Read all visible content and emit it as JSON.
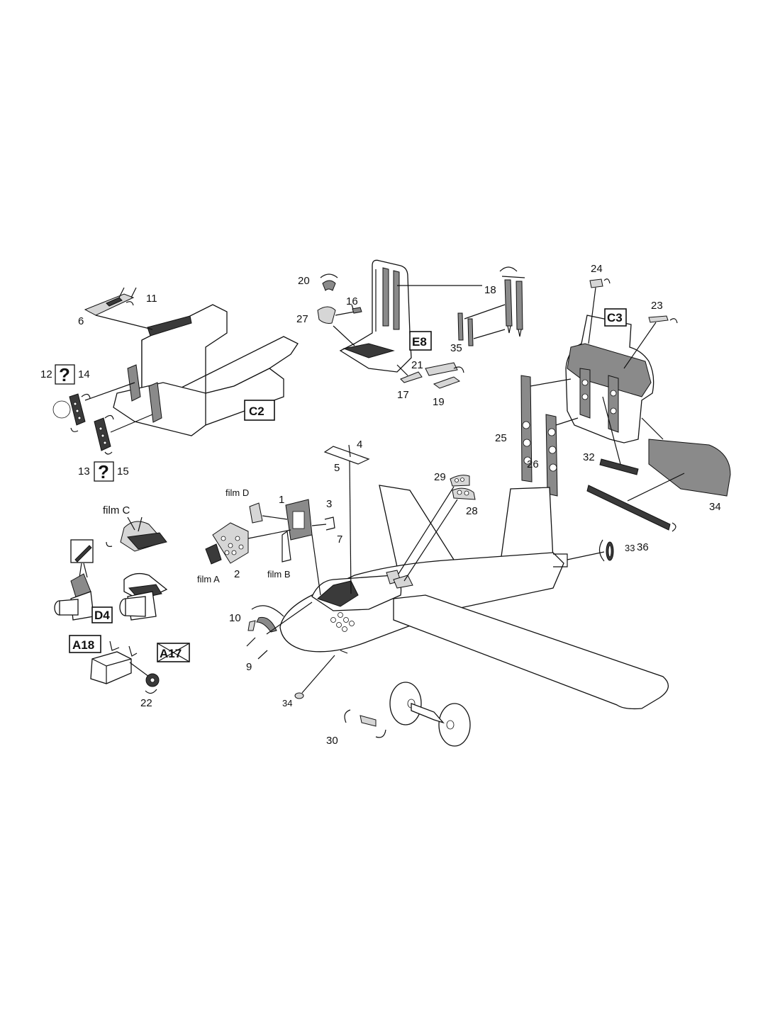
{
  "labels": {
    "p1": "1",
    "p2": "2",
    "p3": "3",
    "p4": "4",
    "p5": "5",
    "p6": "6",
    "p7": "7",
    "p9": "9",
    "p10": "10",
    "p11": "11",
    "p12": "12",
    "p13": "13",
    "p14": "14",
    "p15": "15",
    "p16": "16",
    "p17": "17",
    "p18": "18",
    "p19": "19",
    "p20": "20",
    "p21": "21",
    "p22": "22",
    "p23": "23",
    "p24": "24",
    "p25": "25",
    "p26": "26",
    "p27": "27",
    "p28": "28",
    "p29": "29",
    "p30": "30",
    "p32": "32",
    "p33": "33",
    "p36": "36",
    "p34a": "34",
    "p34b": "34",
    "p35": "35",
    "film_a": "film A",
    "film_b": "film B",
    "film_c": "film C",
    "film_d": "film D"
  },
  "boxes": {
    "c2": "C2",
    "c3": "C3",
    "e8": "E8",
    "d4": "D4",
    "a18": "A18",
    "a17": "A17",
    "q1": "?",
    "q2": "?"
  },
  "icons": [
    "rotate-arrow-icon",
    "question-mark-icon",
    "knife-icon"
  ],
  "colors": {
    "line": "#111111",
    "etched_part": "#8a8a8a",
    "paper": "#ffffff"
  }
}
